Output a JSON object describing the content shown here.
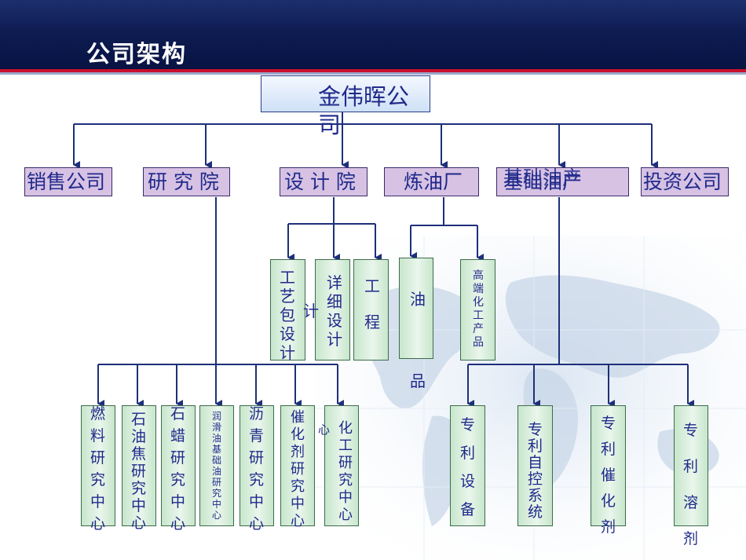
{
  "slide": {
    "title": "公司架构"
  },
  "org": {
    "root": "金伟晖公司",
    "level1": {
      "sales": "销售公司",
      "research": "研 究 院",
      "design": "设 计 院",
      "refinery": "炼油厂",
      "base": "基础油产",
      "base_overlap": "基础油产",
      "invest": "投资公司"
    },
    "design_children": {
      "process": "工艺包设计",
      "detail": "详细设计",
      "detail_ji": "计",
      "eng": "工程"
    },
    "refinery_children": {
      "oil": "油品",
      "chem": "高端化工产品"
    },
    "research_children": [
      "燃料研究中心",
      "石油焦研究中心",
      "石蜡研究中心",
      "润滑油基础油研究中心",
      "沥青研究中心",
      "催化剂研究中心",
      "化工研究中心",
      "心"
    ],
    "base_children": {
      "equipment": "专利设备",
      "control": "专利自控系统",
      "catalyst": "专利催化剂",
      "solvent": "专利溶剂"
    }
  },
  "colors": {
    "header": "#0e1c52",
    "accent_line": "#c8102e",
    "connector": "#1e2f7a",
    "level1_fill": "#d7c2e4",
    "leaf_fill": "#c7e6cc",
    "text": "#1f2a8a"
  }
}
